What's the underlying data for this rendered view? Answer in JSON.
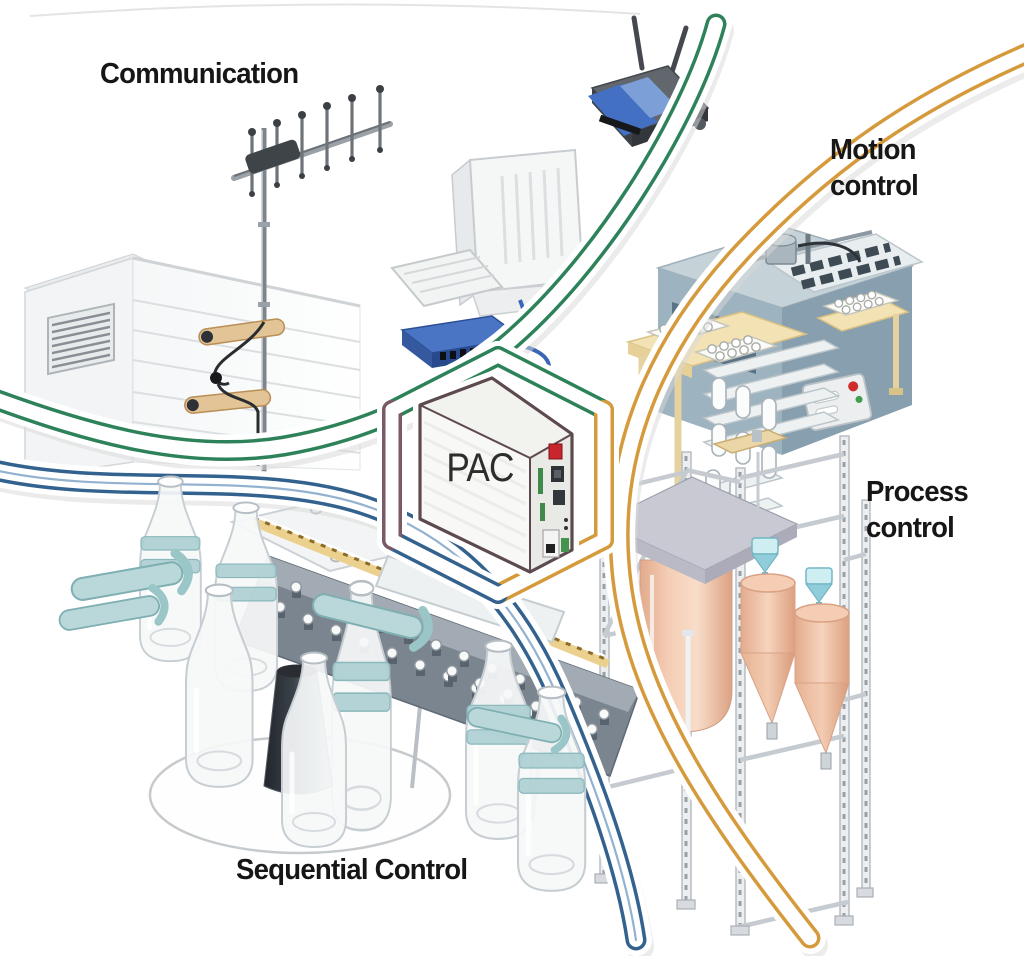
{
  "diagram": {
    "background_color": "#ffffff",
    "hub": {
      "label": "PAC",
      "icon": "pac-controller-box"
    },
    "regions": [
      {
        "id": "communication",
        "label": "Communication",
        "connector_color": "#2e8259",
        "equipment": [
          "yagi-antenna-icon",
          "building-icon",
          "desktop-computer-icon",
          "keyboard-icon",
          "ethernet-switch-icon",
          "wireless-router-icon"
        ]
      },
      {
        "id": "motion-control",
        "label_lines": [
          "Motion",
          "control"
        ],
        "connector_color": "#d59a3c",
        "equipment": [
          "pick-and-place-machine-icon",
          "tray-conveyor-icon",
          "control-panel-icon",
          "robot-gantry-icon"
        ]
      },
      {
        "id": "process-control",
        "label_lines": [
          "Process",
          "control"
        ],
        "connector_color": "#d59a3c",
        "equipment": [
          "storage-tank-icon",
          "hopper-silo-icon",
          "scaffold-rack-icon",
          "funnel-valve-icon"
        ]
      },
      {
        "id": "sequential-control",
        "label": "Sequential Control",
        "connector_color": "#33628e",
        "equipment": [
          "glass-bottle-icon",
          "bottling-conveyor-icon",
          "gripper-clamp-icon",
          "rotary-platform-icon"
        ]
      }
    ],
    "connectors": {
      "green_ribbon": "#2e8259",
      "orange_ribbon": "#d59a3c",
      "blue_ribbon": "#33628e",
      "ring_left_edge": "#7a5a64"
    }
  }
}
